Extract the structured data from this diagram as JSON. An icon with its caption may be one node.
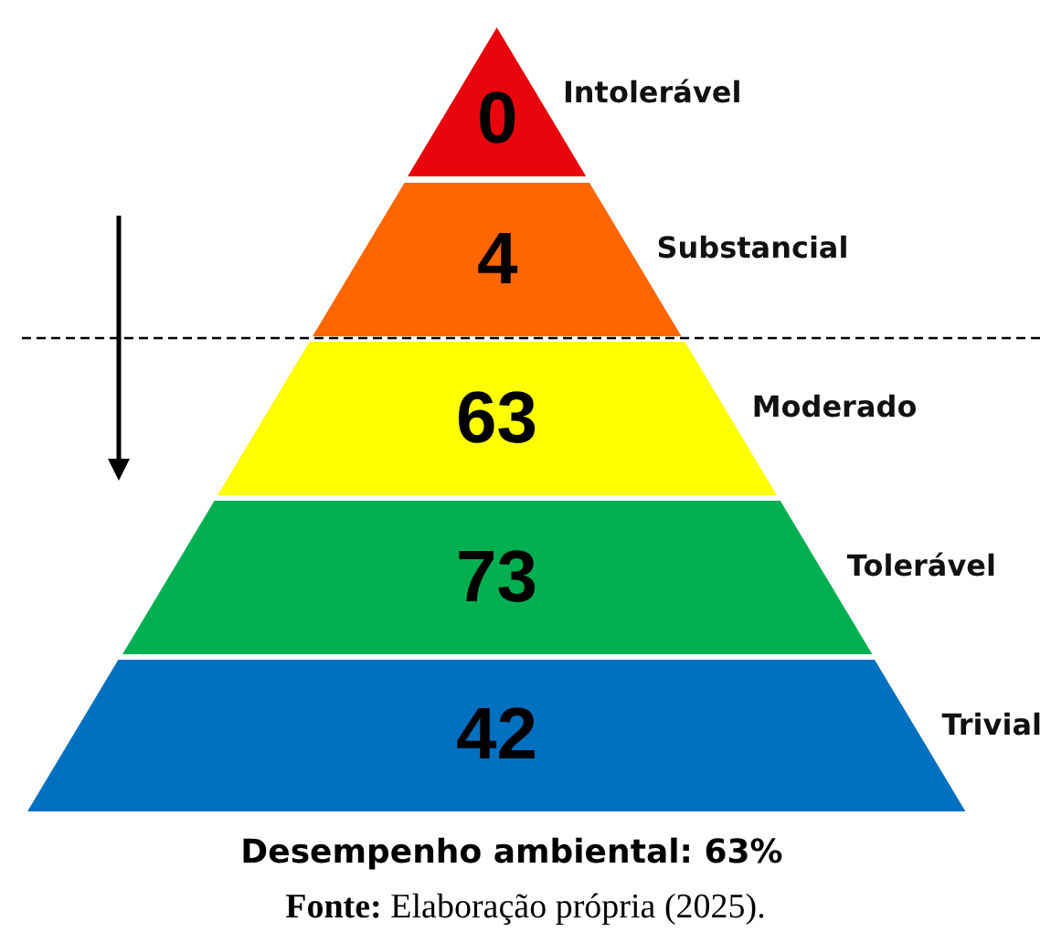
{
  "diagram": {
    "caption": "**Fonte:** Elaboração própria (2025).",
    "nodes": [
      {
        "text": [
          "0"
        ],
        "beside": [
          "Intolerável"
        ]
      },
      {
        "text": [
          "4"
        ],
        "beside": [
          "Substancial"
        ]
      },
      {
        "text": [
          "63"
        ],
        "beside": [
          "Moderado"
        ]
      },
      {
        "text": [
          "73"
        ],
        "beside": [
          "Tolerável"
        ]
      },
      {
        "text": [
          "42"
        ],
        "beside": [
          "Trivial"
        ]
      }
    ],
    "labels": [
      "Desempenho ambiental: 63%"
    ]
  }
}
